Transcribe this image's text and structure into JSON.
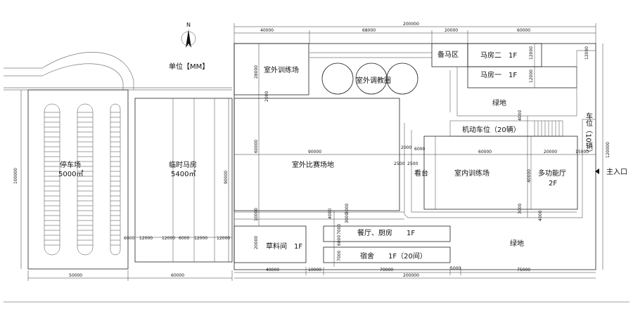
{
  "unit_label": "单位【MM】",
  "north_label": "N",
  "areas": {
    "parking": "停车场",
    "parking_area": "5000㎡",
    "temp_stable": "临时马房",
    "temp_stable_area": "5400㎡",
    "outdoor_training": "室外训练场",
    "outdoor_tuning": "室外调教圈",
    "reserve": "备马区",
    "stable2": "马房二　1F",
    "stable1": "马房一　1F",
    "green_top": "绿地",
    "motor_parking": "机动车位（20辆）",
    "outdoor_competition": "室外比赛场地",
    "stand": "看台",
    "indoor_training": "室内训练场",
    "multi_hall": "多功能厅",
    "multi_hall_floor": "2F",
    "vertical_parking": "车位（10辆）",
    "main_entrance": "主入口",
    "hay_room": "草料间　1F",
    "dining": "餐厅、厨房　　1F",
    "dorm": "宿舍　　1F（20间）",
    "green_bottom": "绿地"
  },
  "dims": {
    "total_top": "200000",
    "top_40000": "40000",
    "top_68000": "68000",
    "top_20000": "20000",
    "top_60000": "60000",
    "total_bottom": "200000",
    "bot_40000": "40000",
    "bot_10000": "10000",
    "bot_70000": "70000",
    "bot_5000": "5000",
    "bot_75000": "75000",
    "left_50000": "50000",
    "left_60000": "60000",
    "left_100000": "100000",
    "right_120000": "120000",
    "v_28000": "28000",
    "v_2000a": "2000",
    "v_60000": "60000",
    "v_10000": "10000",
    "v_20000": "20000",
    "v_90000": "90000",
    "h_90000": "90000",
    "h_2000": "2000",
    "h_6000": "6000",
    "h_2500a": "2500",
    "h_2500b": "2500",
    "h_60000": "60000",
    "h_20000": "20000",
    "h_15000": "15000",
    "v_40000": "40000",
    "v_4000a": "4000",
    "v_3000a": "3000",
    "v_4000b": "4000",
    "v_12000a": "12000",
    "v_12000b": "12000",
    "v_12000c": "12000",
    "v_4000c": "4000",
    "v_3000b": "3000",
    "v_3000c": "3000",
    "v_7000a": "7000",
    "v_6000": "6000",
    "v_7000b": "7000",
    "ts_6000a": "6000",
    "ts_12000a": "12000",
    "ts_12000b": "12000",
    "ts_6000b": "6000",
    "ts_12000c": "12000",
    "ts_12000d": "12000"
  }
}
